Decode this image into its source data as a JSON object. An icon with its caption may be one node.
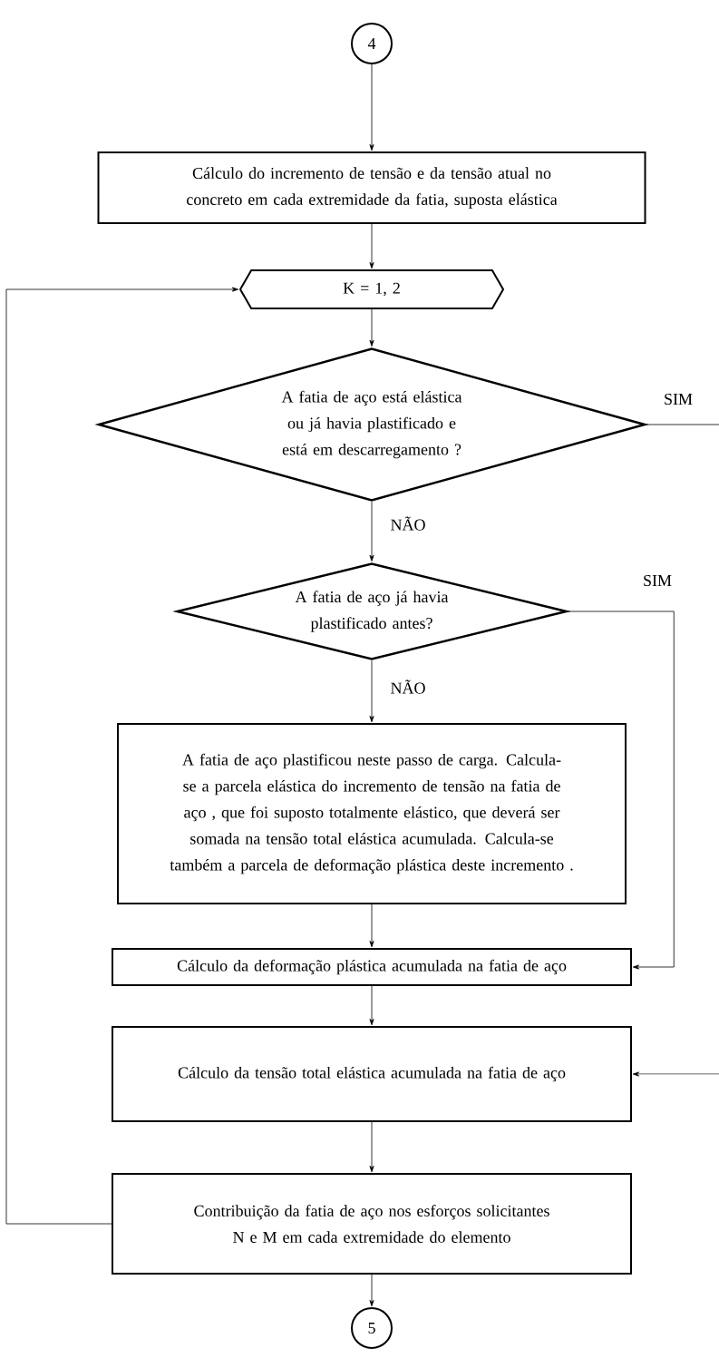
{
  "diagram": {
    "nodes": [
      {
        "text": [
          "4"
        ]
      },
      {
        "text": [
          "Cálculo do incremento de tensão e da tensão atual no concreto em cada extremidade da fatia, suposta elástica"
        ]
      },
      {
        "text": [
          "K = 1, 2"
        ]
      },
      {
        "text": [
          "A fatia de aço está elástica ou já havia plastificado e está em descarregamento ?"
        ]
      },
      {
        "text": [
          "A fatia de aço já havia plastificado antes?"
        ]
      },
      {
        "text": [
          "A fatia de aço plastificou neste passo de carga. Calcula-se a parcela elástica do incremento de tensão na fatia de aço , que foi suposto totalmente elástico, que deverá ser somada na tensão total elástica acumulada. Calcula-se também a parcela de deformação plástica deste incremento ."
        ]
      },
      {
        "text": [
          "Cálculo da deformação plástica acumulada na fatia de aço"
        ]
      },
      {
        "text": [
          "Cálculo da tensão total elástica acumulada na fatia de aço"
        ]
      },
      {
        "text": [
          "Contribuição da fatia de aço nos esforços solicitantes N e M em cada extremidade do elemento"
        ]
      },
      {
        "text": [
          "5"
        ]
      }
    ],
    "edges": [
      {
        "from": 0,
        "to": 1,
        "arrow": "to"
      },
      {
        "from": 1,
        "to": 2,
        "arrow": "to"
      },
      {
        "from": 2,
        "to": 3,
        "arrow": "to"
      },
      {
        "from": 3,
        "to": 4,
        "arrow": "to",
        "label": "NÃO"
      },
      {
        "from": 3,
        "to": 7,
        "arrow": "to",
        "label": "SIM"
      },
      {
        "from": 4,
        "to": 5,
        "arrow": "to",
        "label": "NÃO"
      },
      {
        "from": 4,
        "to": 6,
        "arrow": "to",
        "label": "SIM"
      },
      {
        "from": 5,
        "to": 6,
        "arrow": "to"
      },
      {
        "from": 6,
        "to": 7,
        "arrow": "to"
      },
      {
        "from": 7,
        "to": 8,
        "arrow": "to"
      },
      {
        "from": 8,
        "to": 2,
        "arrow": "to"
      },
      {
        "from": 8,
        "to": 9,
        "arrow": "to"
      }
    ]
  }
}
